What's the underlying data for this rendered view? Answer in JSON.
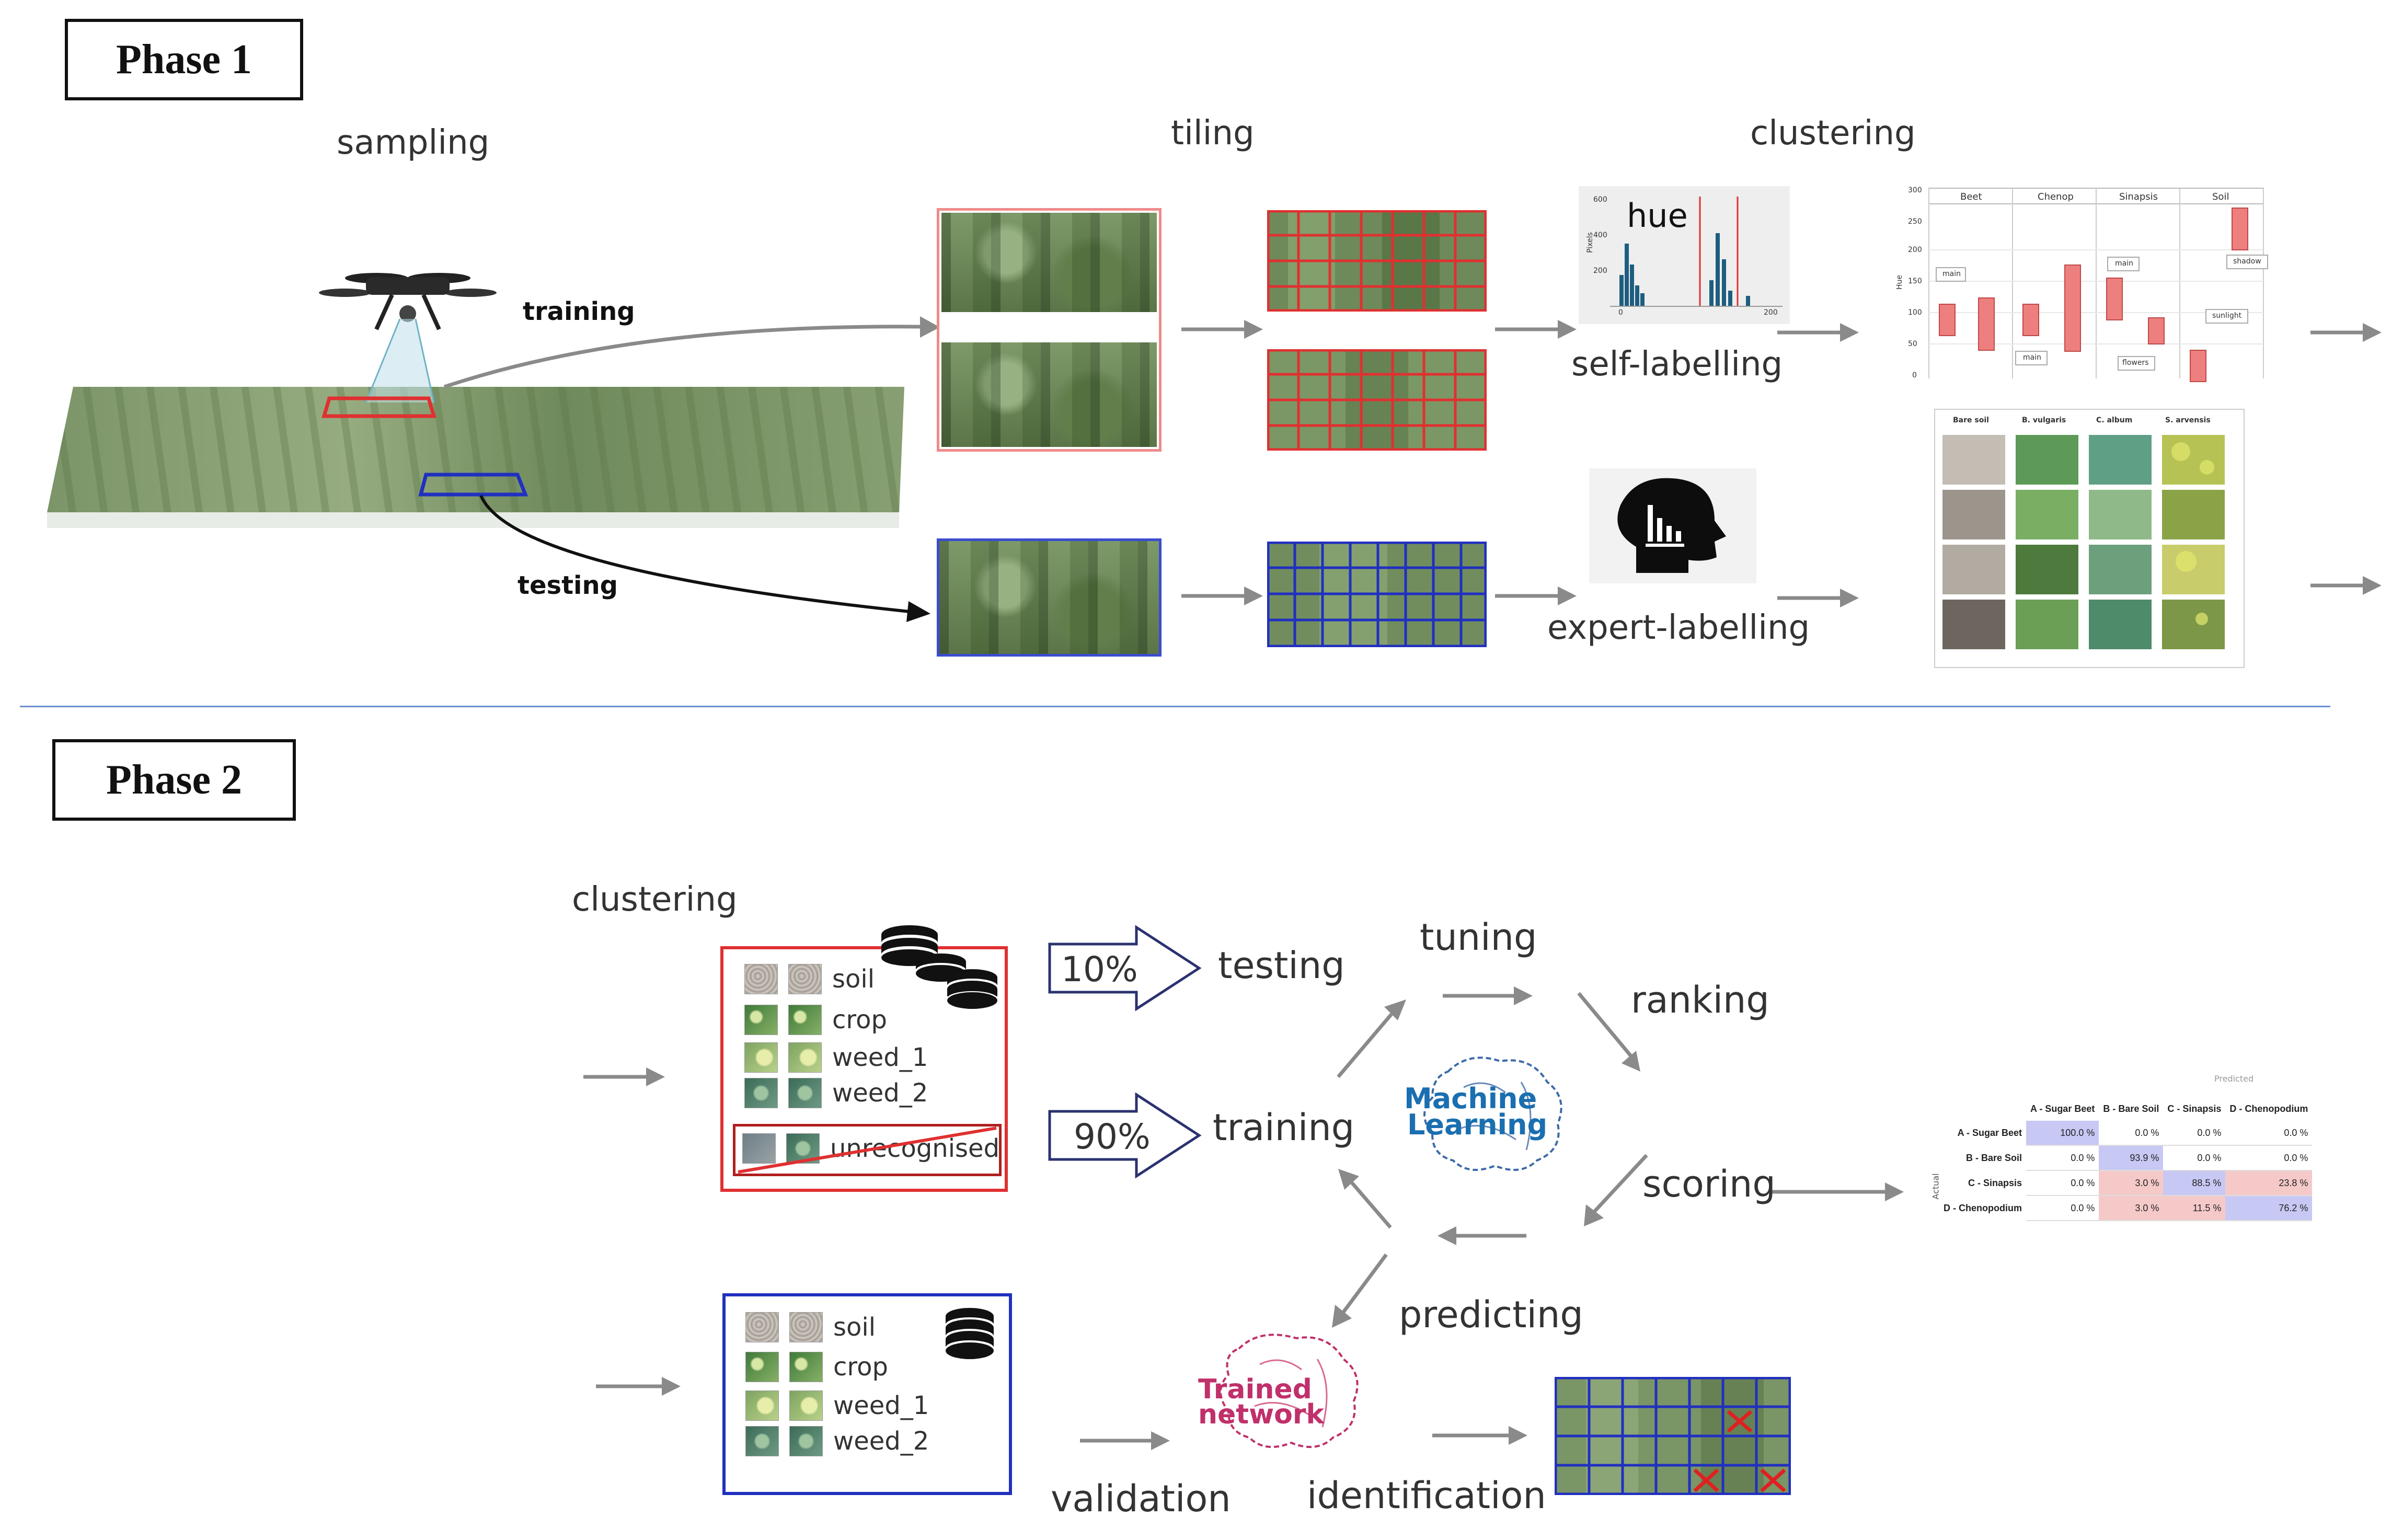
{
  "phase1": {
    "title": "Phase 1",
    "steps": {
      "sampling": "sampling",
      "tiling": "tiling",
      "clustering": "clustering"
    },
    "arrow_labels": {
      "training": "training",
      "testing": "testing"
    },
    "self_labelling": "self-labelling",
    "expert_labelling": "expert-labelling",
    "hue_histogram": {
      "title": "hue",
      "ylabel": "Pixels",
      "y_ticks": [
        "600",
        "400",
        "200"
      ],
      "x_ticks": [
        "0",
        "200"
      ]
    },
    "cluster_chart": {
      "categories": [
        "Beet",
        "Chenop",
        "Sinapsis",
        "Soil"
      ],
      "y_ticks": [
        "300",
        "250",
        "200",
        "150",
        "100",
        "50",
        "0"
      ],
      "ylabel": "Hue",
      "annotations": [
        "main",
        "main",
        "main",
        "flowers",
        "shadow",
        "sunlight"
      ]
    },
    "expert_table": {
      "headers": [
        "Bare soil",
        "B. vulgaris",
        "C. album",
        "S. arvensis"
      ]
    }
  },
  "phase2": {
    "title": "Phase 2",
    "clustering": "clustering",
    "classes": [
      "soil",
      "crop",
      "weed_1",
      "weed_2"
    ],
    "unrecognised": "unrecognised",
    "split_test": "10%",
    "split_train": "90%",
    "cycle": {
      "testing": "testing",
      "tuning": "tuning",
      "ranking": "ranking",
      "training": "training",
      "scoring": "scoring",
      "predicting": "predicting"
    },
    "ml_logo_line1": "Machine",
    "ml_logo_line2": "Learning",
    "trained_line1": "Trained",
    "trained_line2": "network",
    "validation": "validation",
    "identification": "identification",
    "confusion_matrix": {
      "predicted_label": "Predicted",
      "actual_label": "Actual",
      "columns": [
        "A - Sugar Beet",
        "B - Bare Soil",
        "C - Sinapsis",
        "D - Chenopodium"
      ],
      "rows": [
        {
          "name": "A - Sugar Beet",
          "cells": [
            "100.0 %",
            "0.0 %",
            "0.0 %",
            "0.0 %"
          ]
        },
        {
          "name": "B - Bare Soil",
          "cells": [
            "0.0 %",
            "93.9 %",
            "0.0 %",
            "0.0 %"
          ]
        },
        {
          "name": "C - Sinapsis",
          "cells": [
            "0.0 %",
            "3.0 %",
            "88.5 %",
            "23.8 %"
          ]
        },
        {
          "name": "D - Chenopodium",
          "cells": [
            "0.0 %",
            "3.0 %",
            "11.5 %",
            "76.2 %"
          ]
        }
      ]
    }
  },
  "colors": {
    "red_frame": "#e03030",
    "blue_frame": "#2030c0",
    "arrow_gray": "#8a8a8a",
    "divider_blue": "#6a8fd0",
    "ml_blue": "#1a6fb0",
    "trained_pink": "#c0306a"
  }
}
